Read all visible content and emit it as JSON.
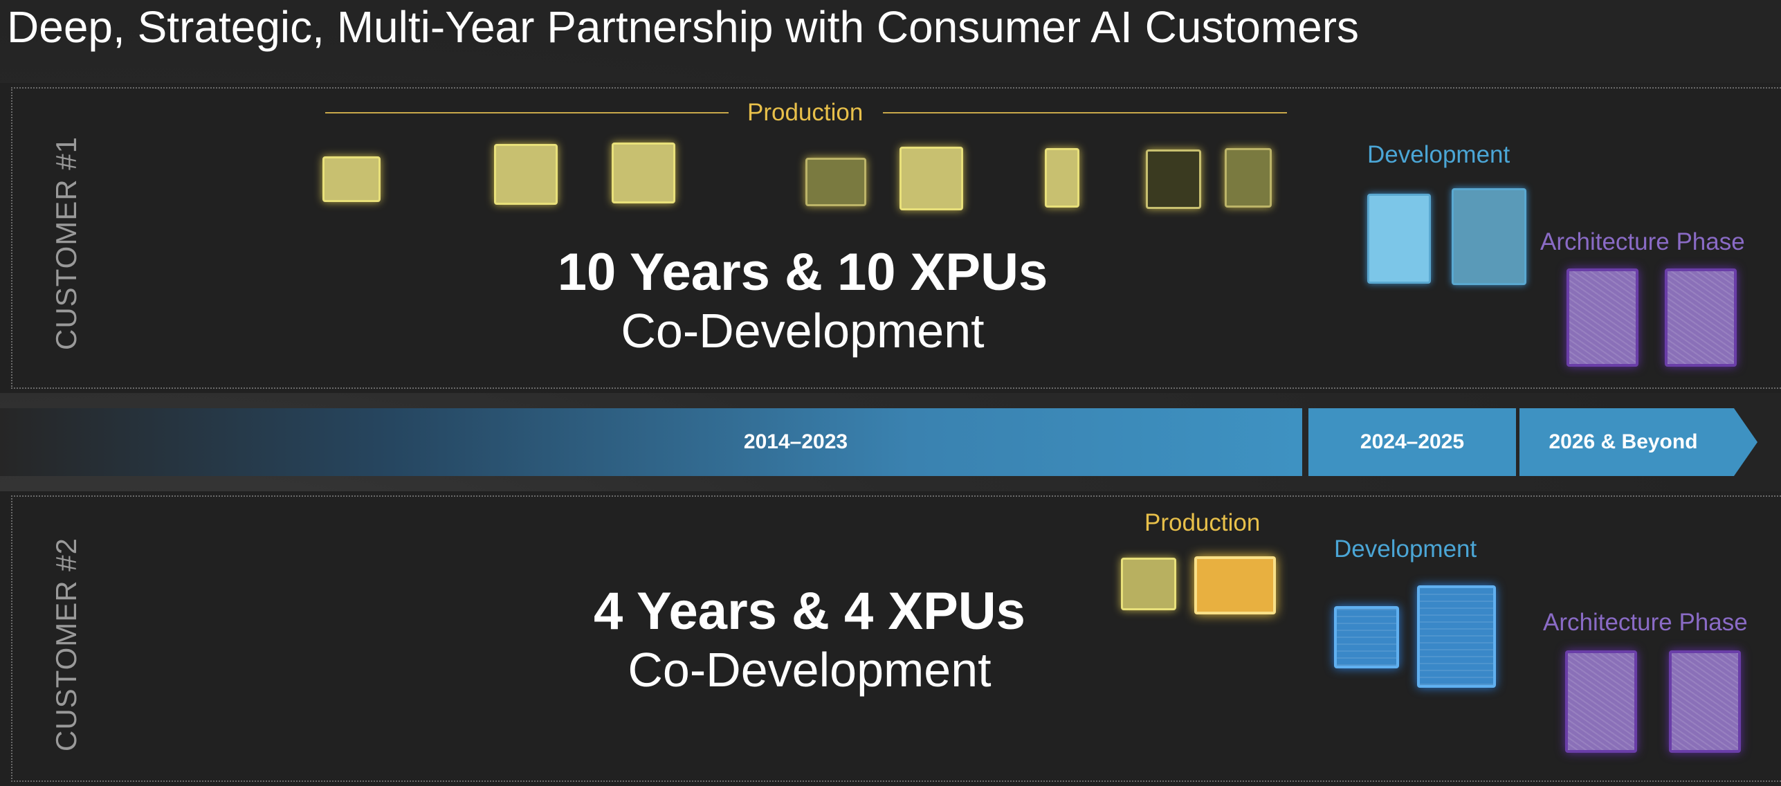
{
  "title": "Deep, Strategic, Multi-Year Partnership with Consumer AI Customers",
  "customer1": {
    "side_label": "CUSTOMER #1",
    "headline": "10 Years & 10 XPUs",
    "subline": "Co-Development",
    "production_label": "Production",
    "development_label": "Development",
    "architecture_label": "Architecture Phase"
  },
  "timeline": {
    "segments": [
      "2014–2023",
      "2024–2025",
      "2026 & Beyond"
    ],
    "color": "#3e92c2"
  },
  "customer2": {
    "side_label": "CUSTOMER #2",
    "headline": "4 Years & 4 XPUs",
    "subline": "Co-Development",
    "production_label": "Production",
    "development_label": "Development",
    "architecture_label": "Architecture Phase"
  },
  "colors": {
    "production": "#e8c04a",
    "development": "#4ba6d6",
    "architecture": "#8a6bc6"
  }
}
